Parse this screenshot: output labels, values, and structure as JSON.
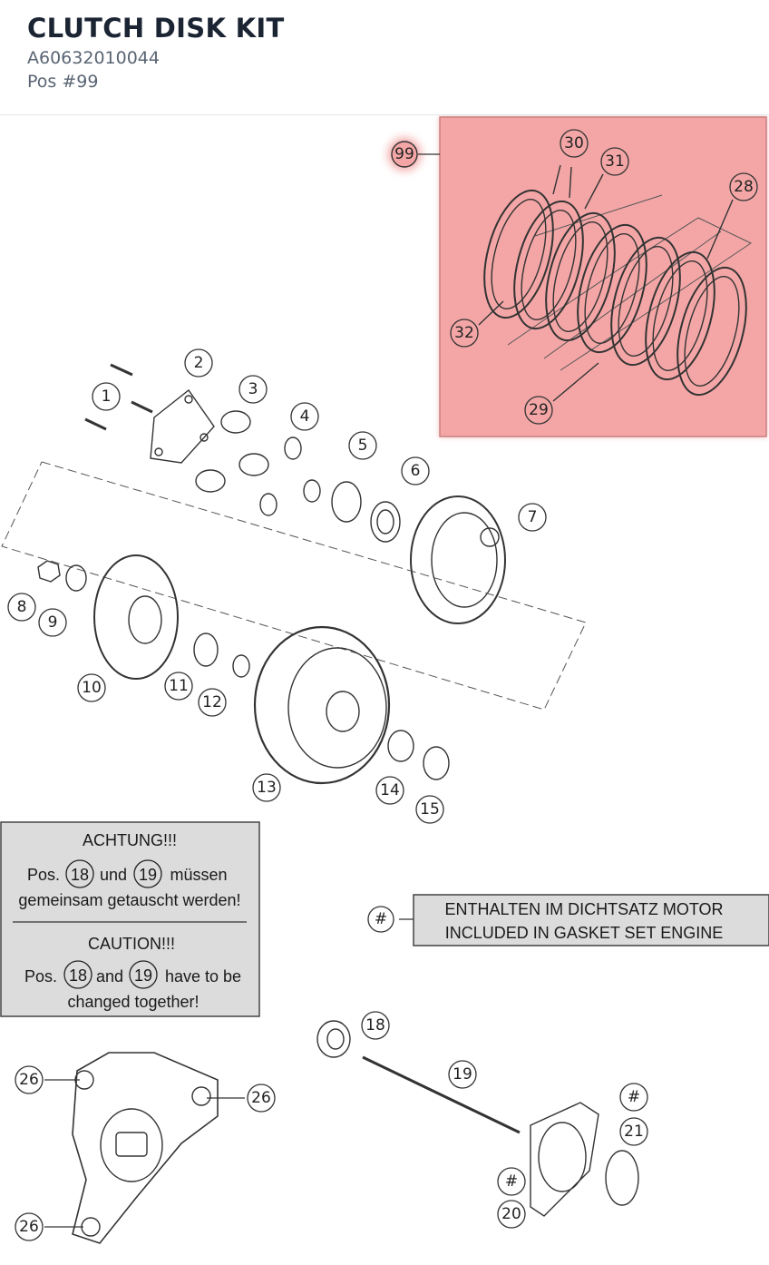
{
  "header": {
    "title": "CLUTCH DISK KIT",
    "part_number": "A60632010044",
    "position": "Pos #99"
  },
  "highlight": {
    "label": "99",
    "color": "#e85a5a"
  },
  "callouts": [
    "1",
    "2",
    "3",
    "4",
    "5",
    "6",
    "7",
    "8",
    "9",
    "10",
    "11",
    "12",
    "13",
    "14",
    "15",
    "18",
    "19",
    "20",
    "21",
    "26",
    "26",
    "26",
    "28",
    "29",
    "30",
    "31",
    "32",
    "#",
    "#",
    "#"
  ],
  "notice": {
    "de_title": "ACHTUNG!!!",
    "de_pos": "Pos.",
    "de_ref1": "18",
    "de_und": "und",
    "de_ref2": "19",
    "de_line1_end": "müssen",
    "de_line2": "gemeinsam getauscht werden!",
    "en_title": "CAUTION!!!",
    "en_pos": "Pos.",
    "en_ref1": "18",
    "en_and": "and",
    "en_ref2": "19",
    "en_line1_end": "have to be",
    "en_line2": "changed together!"
  },
  "legend": {
    "symbol": "#",
    "line1": "ENTHALTEN IM DICHTSATZ MOTOR",
    "line2": "INCLUDED IN GASKET SET ENGINE"
  }
}
